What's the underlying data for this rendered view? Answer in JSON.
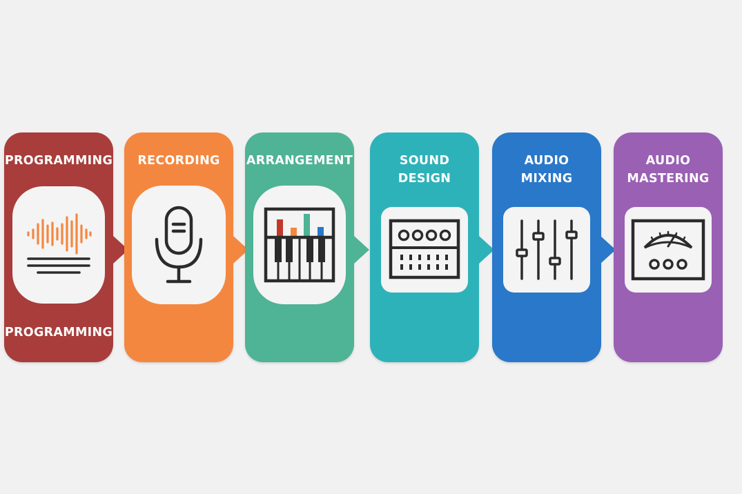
{
  "steps": [
    {
      "title": "PROGRAMMING",
      "bottom_label": "PROGRAMMING",
      "color": "#a83d3b",
      "icon": "waveform-lines-icon"
    },
    {
      "title": "RECORDING",
      "color": "#f4873f",
      "icon": "microphone-icon"
    },
    {
      "title": "ARRANGEMENT",
      "color": "#4fb395",
      "icon": "piano-keys-icon"
    },
    {
      "title": "SOUND\nDESIGN",
      "color": "#2eb2b9",
      "icon": "synth-module-icon"
    },
    {
      "title": "AUDIO\nMIXING",
      "color": "#2a78c9",
      "icon": "mixer-faders-icon"
    },
    {
      "title": "AUDIO\nMASTERING",
      "color": "#9a60b4",
      "icon": "vu-meter-icon"
    }
  ],
  "connector_icon": "arrow-right-icon"
}
